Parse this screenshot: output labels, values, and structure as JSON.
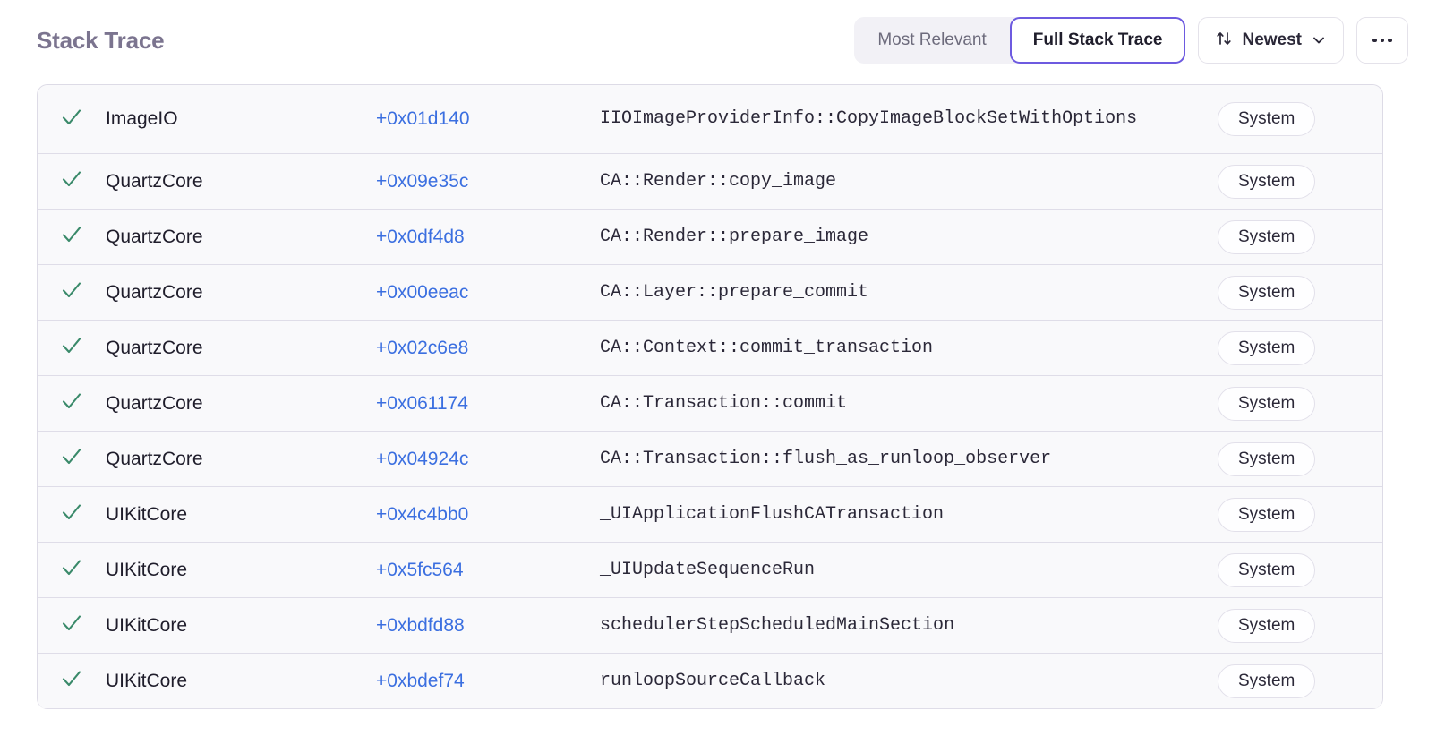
{
  "header": {
    "title": "Stack Trace",
    "segmented": {
      "options": [
        {
          "label": "Most Relevant",
          "active": false
        },
        {
          "label": "Full Stack Trace",
          "active": true
        }
      ]
    },
    "sort": {
      "icon": "sort-arrows-icon",
      "label": "Newest",
      "chevron": "chevron-down-icon"
    },
    "more": {
      "icon": "ellipsis-icon",
      "label": "..."
    }
  },
  "colors": {
    "accent_purple": "#6d5ae0",
    "link_blue": "#3b6fe0",
    "check_green": "#3a8a6a",
    "title_muted": "#7b748f",
    "row_bg": "#f9f9fb",
    "row_border": "#dfdde8"
  },
  "stack_trace": {
    "rows": [
      {
        "checked": true,
        "module": "ImageIO",
        "offset": "+0x01d140",
        "function": "IIOImageProviderInfo::CopyImageBlockSetWithOptions",
        "badge": "System",
        "wraps": true
      },
      {
        "checked": true,
        "module": "QuartzCore",
        "offset": "+0x09e35c",
        "function": "CA::Render::copy_image",
        "badge": "System",
        "wraps": false
      },
      {
        "checked": true,
        "module": "QuartzCore",
        "offset": "+0x0df4d8",
        "function": "CA::Render::prepare_image",
        "badge": "System",
        "wraps": false
      },
      {
        "checked": true,
        "module": "QuartzCore",
        "offset": "+0x00eeac",
        "function": "CA::Layer::prepare_commit",
        "badge": "System",
        "wraps": false
      },
      {
        "checked": true,
        "module": "QuartzCore",
        "offset": "+0x02c6e8",
        "function": "CA::Context::commit_transaction",
        "badge": "System",
        "wraps": false
      },
      {
        "checked": true,
        "module": "QuartzCore",
        "offset": "+0x061174",
        "function": "CA::Transaction::commit",
        "badge": "System",
        "wraps": false
      },
      {
        "checked": true,
        "module": "QuartzCore",
        "offset": "+0x04924c",
        "function": "CA::Transaction::flush_as_runloop_observer",
        "badge": "System",
        "wraps": false
      },
      {
        "checked": true,
        "module": "UIKitCore",
        "offset": "+0x4c4bb0",
        "function": "_UIApplicationFlushCATransaction",
        "badge": "System",
        "wraps": false
      },
      {
        "checked": true,
        "module": "UIKitCore",
        "offset": "+0x5fc564",
        "function": "_UIUpdateSequenceRun",
        "badge": "System",
        "wraps": false
      },
      {
        "checked": true,
        "module": "UIKitCore",
        "offset": "+0xbdfd88",
        "function": "schedulerStepScheduledMainSection",
        "badge": "System",
        "wraps": false
      },
      {
        "checked": true,
        "module": "UIKitCore",
        "offset": "+0xbdef74",
        "function": "runloopSourceCallback",
        "badge": "System",
        "wraps": false
      }
    ]
  }
}
